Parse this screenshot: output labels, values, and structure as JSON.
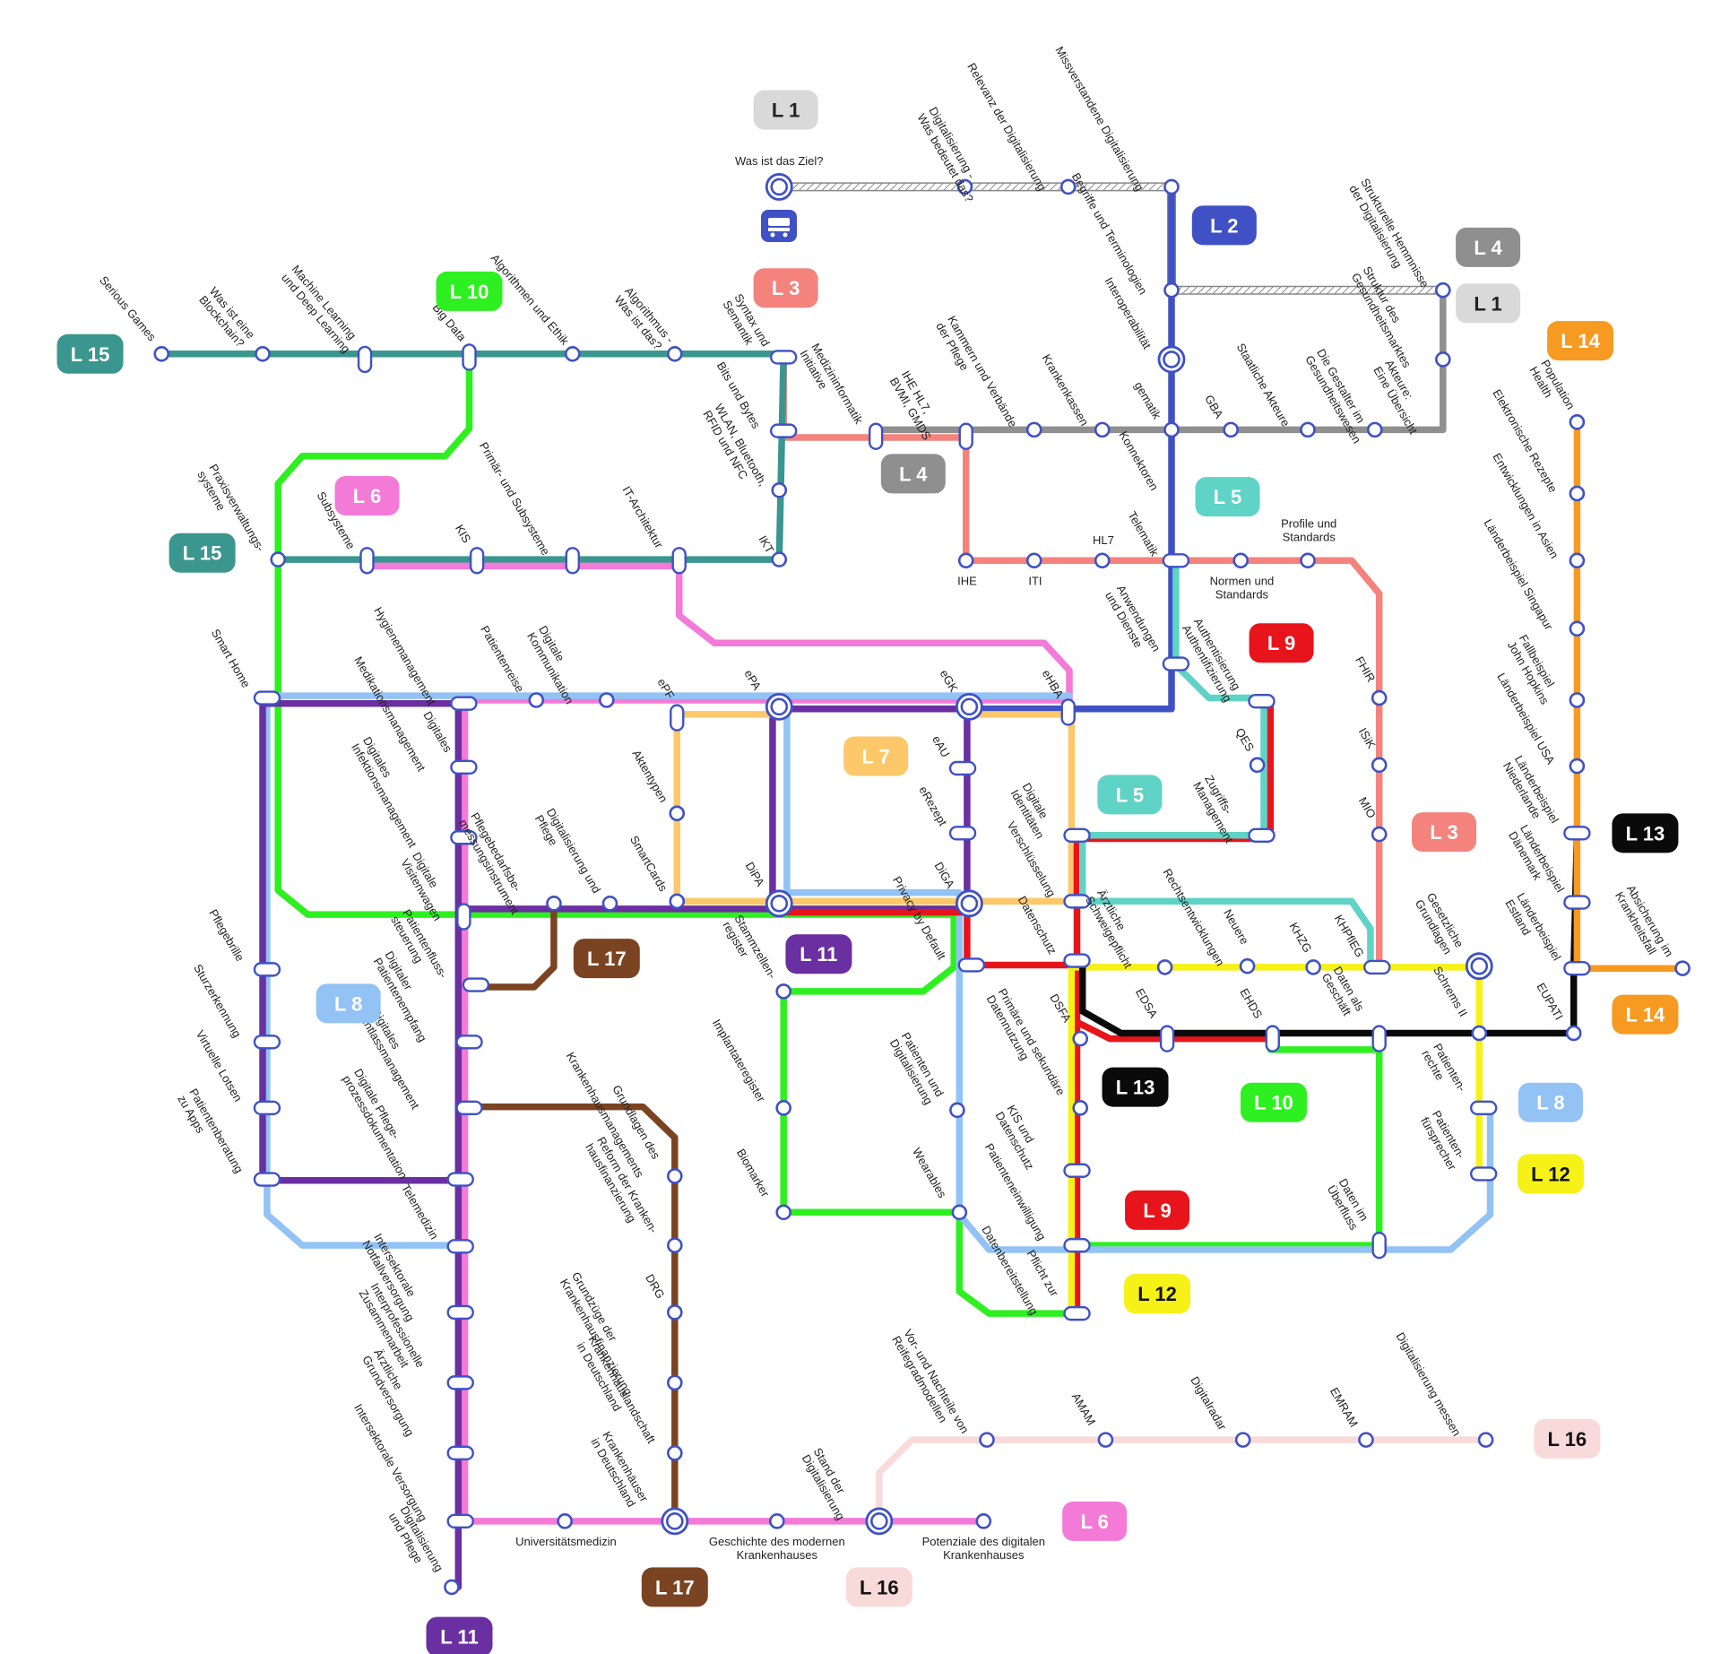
{
  "colors": {
    "L1": "#d9d9d9",
    "L2": "#3f51c4",
    "L3": "#f4837d",
    "L4": "#8f8f8f",
    "L5": "#5fd3c5",
    "L6": "#f47ad8",
    "L7": "#fcc86a",
    "L8": "#93c2f5",
    "L9": "#e8141c",
    "L10": "#2ef020",
    "L11": "#6a2fa0",
    "L12": "#f6f116",
    "L13": "#0a0a0a",
    "L14": "#f79a21",
    "L15": "#3a968e",
    "L16": "#f9dada",
    "L17": "#7a4422"
  },
  "badges": [
    {
      "id": "b-l1a",
      "text": "L 1",
      "color": "L1",
      "fg": "#222"
    },
    {
      "id": "b-l1b",
      "text": "L 1",
      "color": "L1",
      "fg": "#222"
    },
    {
      "id": "b-l2",
      "text": "L 2",
      "color": "L2",
      "fg": "#fff"
    },
    {
      "id": "b-l3a",
      "text": "L 3",
      "color": "L3",
      "fg": "#fff"
    },
    {
      "id": "b-l3b",
      "text": "L 3",
      "color": "L3",
      "fg": "#fff"
    },
    {
      "id": "b-l4a",
      "text": "L 4",
      "color": "L4",
      "fg": "#fff"
    },
    {
      "id": "b-l4b",
      "text": "L 4",
      "color": "L4",
      "fg": "#fff"
    },
    {
      "id": "b-l5a",
      "text": "L 5",
      "color": "L5",
      "fg": "#fff"
    },
    {
      "id": "b-l5b",
      "text": "L 5",
      "color": "L5",
      "fg": "#fff"
    },
    {
      "id": "b-l6a",
      "text": "L 6",
      "color": "L6",
      "fg": "#fff"
    },
    {
      "id": "b-l6b",
      "text": "L 6",
      "color": "L6",
      "fg": "#fff"
    },
    {
      "id": "b-l7",
      "text": "L 7",
      "color": "L7",
      "fg": "#fff"
    },
    {
      "id": "b-l8a",
      "text": "L 8",
      "color": "L8",
      "fg": "#fff"
    },
    {
      "id": "b-l8b",
      "text": "L 8",
      "color": "L8",
      "fg": "#fff"
    },
    {
      "id": "b-l9a",
      "text": "L 9",
      "color": "L9",
      "fg": "#fff"
    },
    {
      "id": "b-l9b",
      "text": "L 9",
      "color": "L9",
      "fg": "#fff"
    },
    {
      "id": "b-l10a",
      "text": "L 10",
      "color": "L10",
      "fg": "#fff"
    },
    {
      "id": "b-l10b",
      "text": "L 10",
      "color": "L10",
      "fg": "#fff"
    },
    {
      "id": "b-l11a",
      "text": "L 11",
      "color": "L11",
      "fg": "#fff"
    },
    {
      "id": "b-l11b",
      "text": "L 11",
      "color": "L11",
      "fg": "#fff"
    },
    {
      "id": "b-l12a",
      "text": "L 12",
      "color": "L12",
      "fg": "#111"
    },
    {
      "id": "b-l12b",
      "text": "L 12",
      "color": "L12",
      "fg": "#111"
    },
    {
      "id": "b-l13a",
      "text": "L 13",
      "color": "L13",
      "fg": "#fff"
    },
    {
      "id": "b-l13b",
      "text": "L 13",
      "color": "L13",
      "fg": "#fff"
    },
    {
      "id": "b-l14a",
      "text": "L 14",
      "color": "L14",
      "fg": "#fff"
    },
    {
      "id": "b-l14b",
      "text": "L 14",
      "color": "L14",
      "fg": "#fff"
    },
    {
      "id": "b-l15a",
      "text": "L 15",
      "color": "L15",
      "fg": "#fff"
    },
    {
      "id": "b-l15b",
      "text": "L 15",
      "color": "L15",
      "fg": "#fff"
    },
    {
      "id": "b-l16a",
      "text": "L 16",
      "color": "L16",
      "fg": "#111"
    },
    {
      "id": "b-l16b",
      "text": "L 16",
      "color": "L16",
      "fg": "#111"
    },
    {
      "id": "b-l17a",
      "text": "L 17",
      "color": "L17",
      "fg": "#fff"
    },
    {
      "id": "b-l17b",
      "text": "L 17",
      "color": "L17",
      "fg": "#fff"
    }
  ],
  "stations": [
    "Was ist das Ziel?",
    "Digitalisierung -\nWas bedeutet das?",
    "Relevanz der Digitalisierung",
    "Missverstandene Digitalisierung",
    "Begriffe und Terminologien",
    "Strukturelle Hemmnisse\nder Digitalisierung",
    "Struktur des\nGesundheitsmarktes",
    "Interoperabilität",
    "gematik",
    "GBA",
    "Staatliche Akteure",
    "Die Gestalter im\nGesundheitswesen",
    "Akteure:\nEine Übersicht",
    "Serious Games",
    "Was ist eine\nBlockchain?",
    "Machine Learning\nund Deep Learning",
    "Big Data",
    "Algorithmen und Ethik",
    "Algorithmus -\nWas ist das?",
    "Syntax und\nSemantik",
    "Bits und Bytes",
    "WLAN, Bluetooth,\nRFID und NFC",
    "IKT",
    "Medizininformatik\nInitiative",
    "IHE HL7,\nBVMI, GMDS",
    "Kammern und Verbände\nder Pflege",
    "Krankenkassen",
    "Konnektoren",
    "Telematik",
    "IHE",
    "ITI",
    "HL7",
    "Normen und\nStandards",
    "Profile und\nStandards",
    "Praxisverwaltungs-\nsysteme",
    "Subsysteme",
    "KIS",
    "Primär- und Subsysteme",
    "IT-Architektur",
    "Population\nHealth",
    "Elektronische Rezepte",
    "Entwicklungen in Asien",
    "Länderbeispiel Singapur",
    "Fallbeispiel\nJohn Hopkins",
    "Länderbeispiel USA",
    "Länderbeispiel\nNiederlande",
    "Länderbeispiel\nDänemark",
    "Länderbeispiel\nEstland",
    "EUPATI",
    "Absicherung im\nKrankheitsfall",
    "Anwendungen\nund Dienste",
    "Authentisierung\nAuthentifizierung",
    "QES",
    "Zugriffs-\nManagement",
    "FHIR",
    "ISiK",
    "MIO",
    "Smart Home",
    "Hygienemanagement",
    "Patientenreise",
    "Digitale\nKommunikation",
    "ePF",
    "ePA",
    "eGK",
    "eHBA",
    "Medikationsmanagement",
    "Digitales\nInfektionsmanagement",
    "Digitales",
    "Aktentypen",
    "eAU",
    "eRezept",
    "Digitale\nIdentitäten",
    "Verschlüsselung",
    "Pflegebedarfsbe-\nmessungsinstrument",
    "Digitalisierung und\nPflege",
    "SmartCards",
    "DiPA",
    "DiGA",
    "Digitale\nVisitenwagen",
    "Datenschutz",
    "Rechtsentwicklungen",
    "Privacy by Default",
    "Ärztliche\nSchweigepflicht",
    "Neuere",
    "KHZG",
    "KHPflEG",
    "Gesetzliche\nGrundlagen",
    "Patientenfluss-\nsteuerung",
    "Stammzellen-\nregister",
    "Pflegebrille",
    "Digitaler\nPatientenempfang",
    "Sturzerkennung",
    "Digitales\nEntlassmanagement",
    "Virtuelle Lotsen",
    "Digitale Pflege-\nprozessdokumentation",
    "Patientenberatung\nzu Apps",
    "Telemedizin",
    "Intersektorale\nNotfallversorgung",
    "Interprofessionelle\nZusammenarbeit",
    "Ärztliche\nGrundversorgung",
    "Intersektorale Versorgung",
    "Digitalisierung\nund Pflege",
    "Krankenhausmanagements",
    "Grundlagen des",
    "Reform der Kranken-\nhausfinanzierung",
    "DRG",
    "Grundzüge der\nKrankenhausfinanzierung",
    "Krankenhauslandschaft\nin Deutschland",
    "Krankenhäuser\nin Deutschland",
    "Implantateregister",
    "Biomarker",
    "Patienten und\nDigitalisierung",
    "Wearables",
    "Datenbereitstellung",
    "Pflicht zur",
    "Patienteneinwilligung",
    "KIS und\nDatenschutz",
    "Primäre und sekundäre\nDatennutzung",
    "DSFA",
    "EDSA",
    "EHDS",
    "Daten als\nGeschäft",
    "Schrems II",
    "Patienten-\nrechte",
    "Patienten-\nfürsprecher",
    "Daten im\nÜberfluss",
    "Universitätsmedizin",
    "Geschichte des modernen\nKrankenhauses",
    "Potenziale des digitalen\nKrankenhauses",
    "Stand der\nDigitalisierung",
    "Vor- und Nachteile von\nReifegradmodellen",
    "AMAM",
    "Digitalradar",
    "EMRAM",
    "Digitalisierung messen"
  ]
}
